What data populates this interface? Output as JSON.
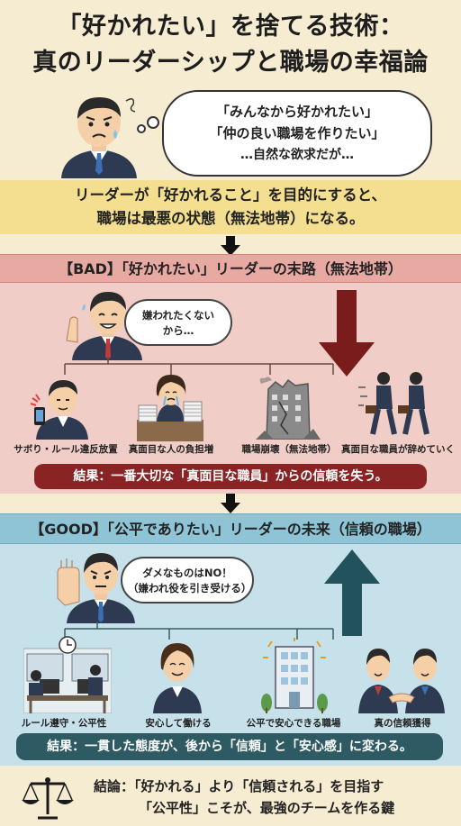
{
  "title": {
    "line1": "「好かれたい」を捨てる技術：",
    "line2": "真のリーダーシップと職場の幸福論"
  },
  "intro": {
    "thought_line1": "「みんなから好かれたい」",
    "thought_line2": "「仲の良い職場を作りたい」",
    "thought_line3": "…自然な欲求だが…"
  },
  "warning": {
    "line1": "リーダーが「好かれること」を目的にすると、",
    "line2": "職場は最悪の状態（無法地帯）になる。"
  },
  "bad": {
    "header": "【BAD】「好かれたい」リーダーの末路（無法地帯）",
    "speech_line1": "嫌われたくない",
    "speech_line2": "から…",
    "items": [
      {
        "caption": "サボり・ルール違反放置"
      },
      {
        "caption": "真面目な人の負担増"
      },
      {
        "caption": "職場崩壊（無法地帯）"
      },
      {
        "caption": "真面目な職員が辞めていく"
      }
    ],
    "result": "結果：一番大切な「真面目な職員」からの信頼を失う。"
  },
  "good": {
    "header": "【GOOD】「公平でありたい」リーダーの未来（信頼の職場）",
    "speech_line1": "ダメなものはNO！",
    "speech_line2": "（嫌われ役を引き受ける）",
    "items": [
      {
        "caption": "ルール遵守・公平性"
      },
      {
        "caption": "安心して働ける"
      },
      {
        "caption": "公平で安心できる職場"
      },
      {
        "caption": "真の信頼獲得"
      }
    ],
    "result": "結果：一貫した態度が、後から「信頼」と「安心感」に変わる。"
  },
  "conclusion": {
    "line1": "結論：「好かれる」より「信頼される」を目指す",
    "line2": "「公平性」こそが、最強のチームを作る鍵"
  },
  "colors": {
    "bad_arrow": "#7a1c1c",
    "good_arrow": "#22525c",
    "suit": "#2d3a52"
  }
}
